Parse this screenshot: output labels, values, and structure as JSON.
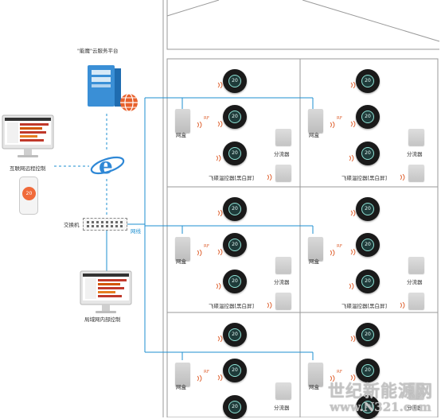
{
  "cloud_platform_label": "\"能魔\"云服务平台",
  "remote_control_label": "互联网远程控制",
  "switch_label": "交换机",
  "network_cable_label": "网线",
  "lan_control_label": "局域网内部控制",
  "phone_dial_value": "20",
  "thermostat_display_value": "20",
  "gateway_label": "网盒",
  "rf_label": "RF",
  "diverter_label": "分流器",
  "thermostat_model_label": "飞碟温控器[黑白屏]",
  "watermark": {
    "line1": "世纪新能源网",
    "line2": "www.N321.com"
  },
  "colors": {
    "line": "#1e8fd0",
    "wave": "#e06a3b",
    "thermostat_ring": "#8fe3d6"
  }
}
